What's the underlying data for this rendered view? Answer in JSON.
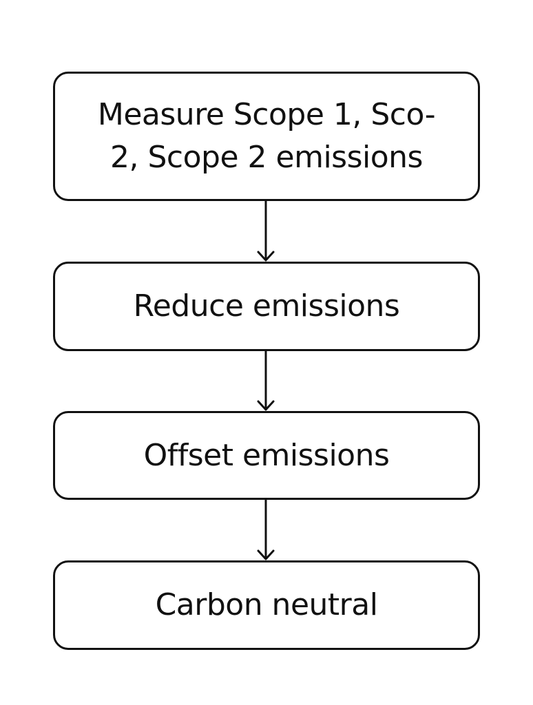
{
  "flowchart": {
    "steps": [
      {
        "label_line1": "Measure Scope 1, Sco-",
        "label_line2": "2, Scope 2 emissions"
      },
      {
        "label": "Reduce emissions"
      },
      {
        "label": "Offset emissions"
      },
      {
        "label": "Carbon neutral"
      }
    ],
    "colors": {
      "stroke": "#111111",
      "fill": "#ffffff",
      "text": "#111111"
    }
  }
}
